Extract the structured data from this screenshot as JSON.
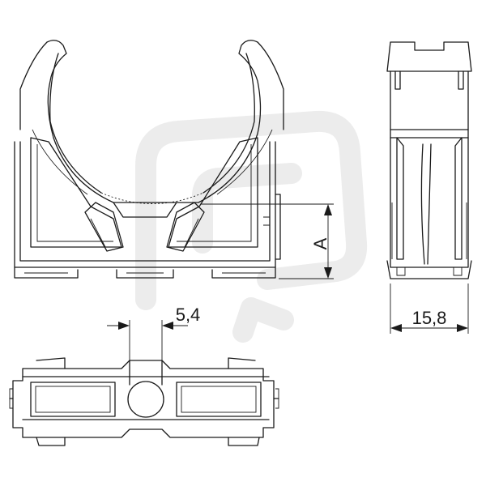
{
  "dimensions": {
    "height_label": "A",
    "width_label": "15,8",
    "hole_label": "5,4"
  },
  "watermark": {
    "icon": "watermark-logo-icon"
  }
}
